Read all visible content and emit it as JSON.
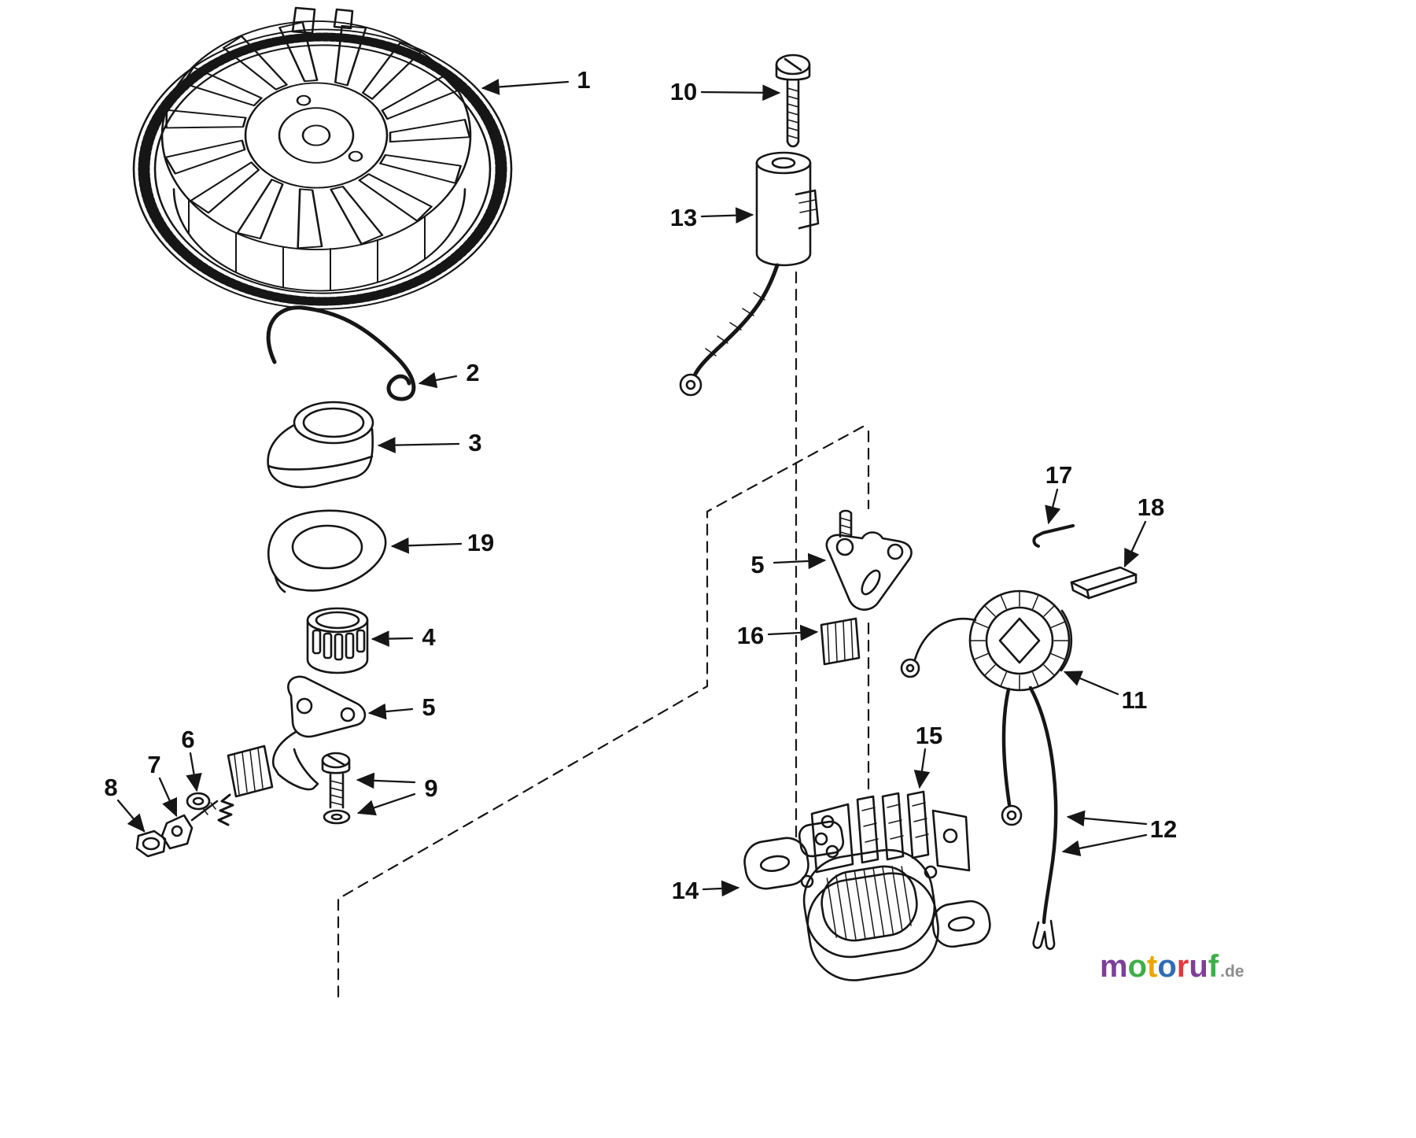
{
  "page": {
    "background": "#ffffff",
    "ink_color": "#161616"
  },
  "diagram": {
    "type": "exploded-parts-diagram",
    "callouts": [
      {
        "label": "1"
      },
      {
        "label": "2"
      },
      {
        "label": "3"
      },
      {
        "label": "19"
      },
      {
        "label": "4"
      },
      {
        "label": "5"
      },
      {
        "label": "6"
      },
      {
        "label": "7"
      },
      {
        "label": "8"
      },
      {
        "label": "9"
      },
      {
        "label": "10"
      },
      {
        "label": "13"
      },
      {
        "label": "5"
      },
      {
        "label": "16"
      },
      {
        "label": "17"
      },
      {
        "label": "18"
      },
      {
        "label": "11"
      },
      {
        "label": "15"
      },
      {
        "label": "14"
      },
      {
        "label": "12"
      }
    ]
  },
  "watermark": {
    "letters": [
      {
        "char": "m",
        "color": "#7d3f98"
      },
      {
        "char": "o",
        "color": "#3fae49"
      },
      {
        "char": "t",
        "color": "#f0a500"
      },
      {
        "char": "o",
        "color": "#2e6db4"
      },
      {
        "char": "r",
        "color": "#e03a3e"
      },
      {
        "char": "u",
        "color": "#7d3f98"
      },
      {
        "char": "f",
        "color": "#3fae49"
      }
    ],
    "suffix": {
      "text": ".de",
      "color": "#8d8d8d"
    }
  }
}
